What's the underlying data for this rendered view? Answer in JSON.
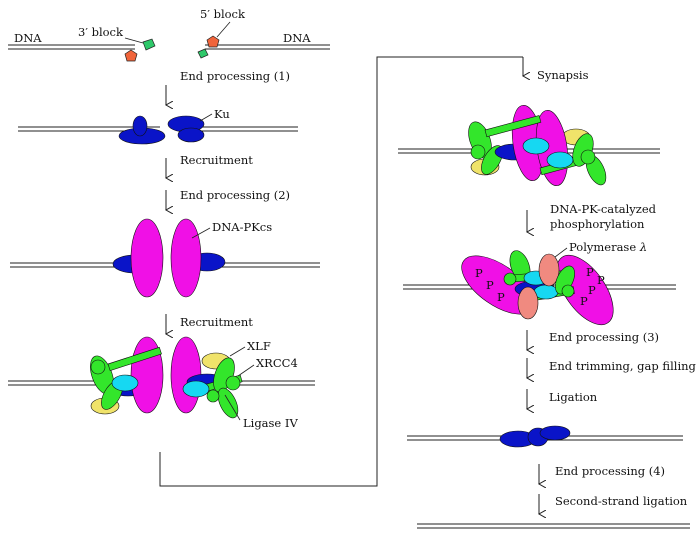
{
  "colors": {
    "ku": "#0a14c8",
    "dna_pkcs": "#f010e6",
    "xrcc4": "#33e62b",
    "xlf": "#f0e36a",
    "ligase_iv": "#16d8f2",
    "polymerase": "#f08a80",
    "block_3": "#f0643a",
    "block_5": "#2ec86a",
    "dna": "#222222"
  },
  "labels": {
    "dna_left": "DNA",
    "dna_right": "DNA",
    "block_3": "3′ block",
    "block_5": "5′ block",
    "ku": "Ku",
    "dna_pkcs": "DNA-PKcs",
    "xlf": "XLF",
    "xrcc4": "XRCC4",
    "ligase_iv": "Ligase IV",
    "polymerase_prefix": "Polymerase",
    "polymerase_symbol": "λ",
    "phospho": "P"
  },
  "steps": {
    "end_processing_1": "End processing (1)",
    "recruitment_1": "Recruitment",
    "end_processing_2": "End processing (2)",
    "recruitment_2": "Recruitment",
    "synapsis": "Synapsis",
    "phosphorylation_line1": "DNA-PK-catalyzed",
    "phosphorylation_line2": "phosphorylation",
    "end_processing_3": "End processing (3)",
    "end_trimming": "End trimming, gap filling",
    "ligation": "Ligation",
    "end_processing_4": "End processing (4)",
    "second_strand": "Second-strand ligation"
  }
}
